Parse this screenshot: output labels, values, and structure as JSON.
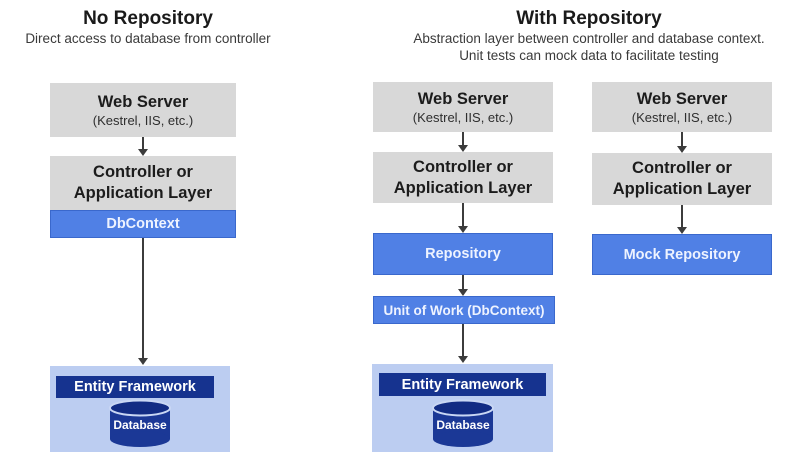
{
  "colors": {
    "background": "#ffffff",
    "gray_box": "#d8d8d8",
    "blue_box": "#5080e5",
    "blue_box_border": "#3a68cc",
    "navy_bar": "#16338f",
    "light_blue_container": "#bccdf1",
    "dark_text": "#1c1c1c",
    "white_text": "#ffffff",
    "connector": "#3c3c3c"
  },
  "icons": {
    "database": "database-cylinder-icon",
    "arrow": "arrow-down-icon"
  },
  "sections": {
    "left": {
      "title": "No Repository",
      "subtitle": "Direct access to database from controller"
    },
    "right": {
      "title": "With Repository",
      "subtitle_line1": "Abstraction layer between controller and database context.",
      "subtitle_line2": "Unit tests can mock data to facilitate testing"
    }
  },
  "columns": [
    {
      "name": "no-repository",
      "web_server": {
        "title": "Web Server",
        "subtitle": "(Kestrel, IIS, etc.)"
      },
      "controller": {
        "line1": "Controller or",
        "line2": "Application Layer"
      },
      "dbcontext_label": "DbContext",
      "entity_framework": {
        "title": "Entity Framework",
        "database_label": "Database"
      }
    },
    {
      "name": "with-repository",
      "web_server": {
        "title": "Web Server",
        "subtitle": "(Kestrel, IIS, etc.)"
      },
      "controller": {
        "line1": "Controller or",
        "line2": "Application Layer"
      },
      "repository_label": "Repository",
      "unit_of_work_label": "Unit of Work (DbContext)",
      "entity_framework": {
        "title": "Entity Framework",
        "database_label": "Database"
      }
    },
    {
      "name": "mock-repository",
      "web_server": {
        "title": "Web Server",
        "subtitle": "(Kestrel, IIS, etc.)"
      },
      "controller": {
        "line1": "Controller or",
        "line2": "Application Layer"
      },
      "mock_repository_label": "Mock Repository"
    }
  ]
}
